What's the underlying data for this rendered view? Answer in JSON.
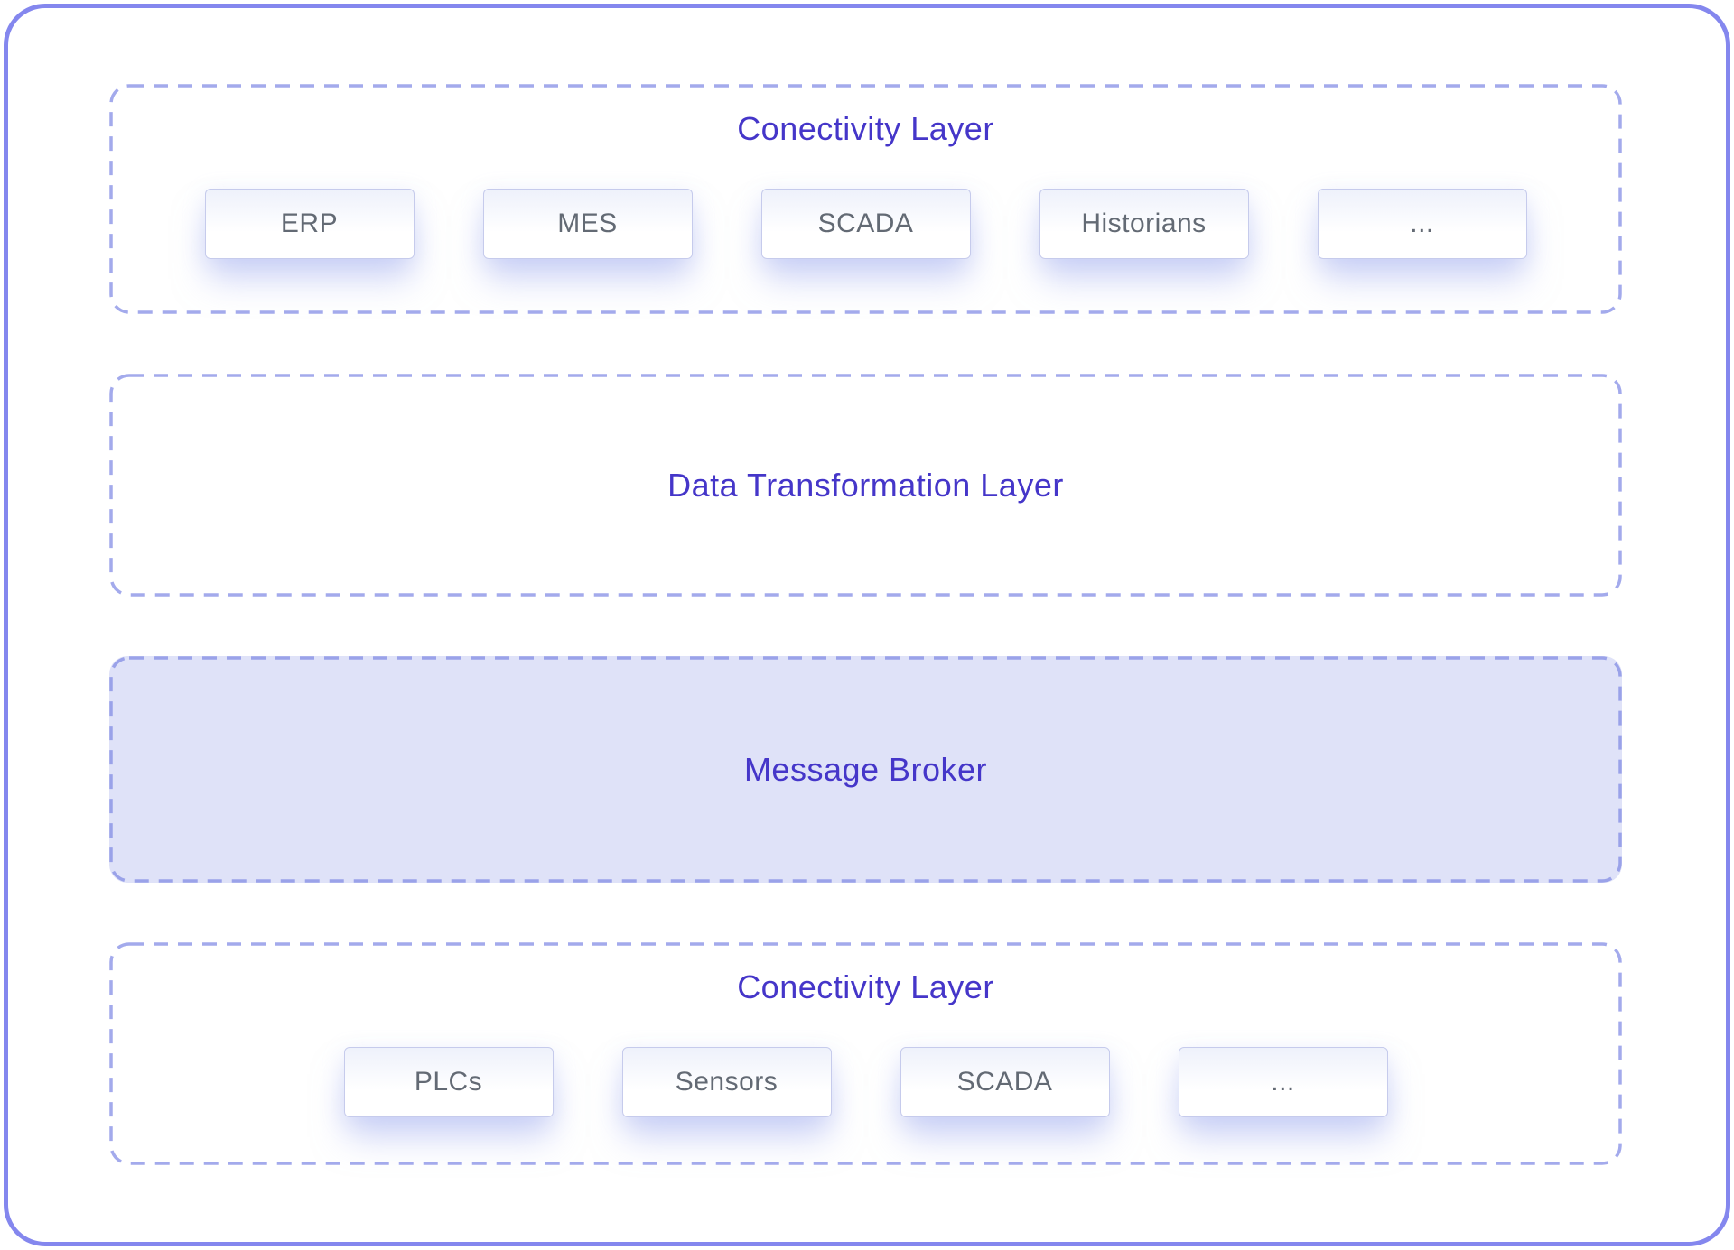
{
  "colors": {
    "card_border": "#8487ee",
    "dash_stroke": "#a3aaec",
    "dash_stroke_filled": "#9aa2e9",
    "title_text": "#4536c9",
    "node_text": "#636a74",
    "node_border": "#c6cbec",
    "broker_fill": "#dfe2f8"
  },
  "layers": [
    {
      "id": "connectivity-top",
      "title": "Conectivity Layer",
      "boxes": [
        "ERP",
        "MES",
        "SCADA",
        "Historians",
        "..."
      ]
    },
    {
      "id": "data-transformation",
      "title": "Data Transformation Layer",
      "boxes": []
    },
    {
      "id": "message-broker",
      "title": "Message Broker",
      "boxes": [],
      "filled": true
    },
    {
      "id": "connectivity-bottom",
      "title": "Conectivity Layer",
      "boxes": [
        "PLCs",
        "Sensors",
        "SCADA",
        "..."
      ]
    }
  ]
}
